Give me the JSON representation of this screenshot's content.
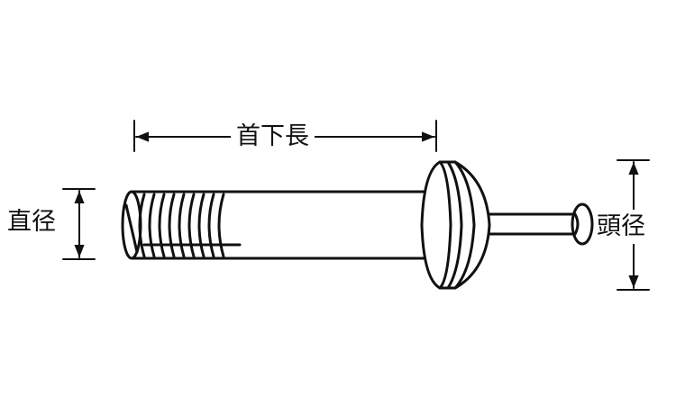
{
  "labels": {
    "length": "首下長",
    "diameter": "直径",
    "head_diameter": "頭径"
  },
  "colors": {
    "stroke": "#111111",
    "background": "#ffffff"
  }
}
